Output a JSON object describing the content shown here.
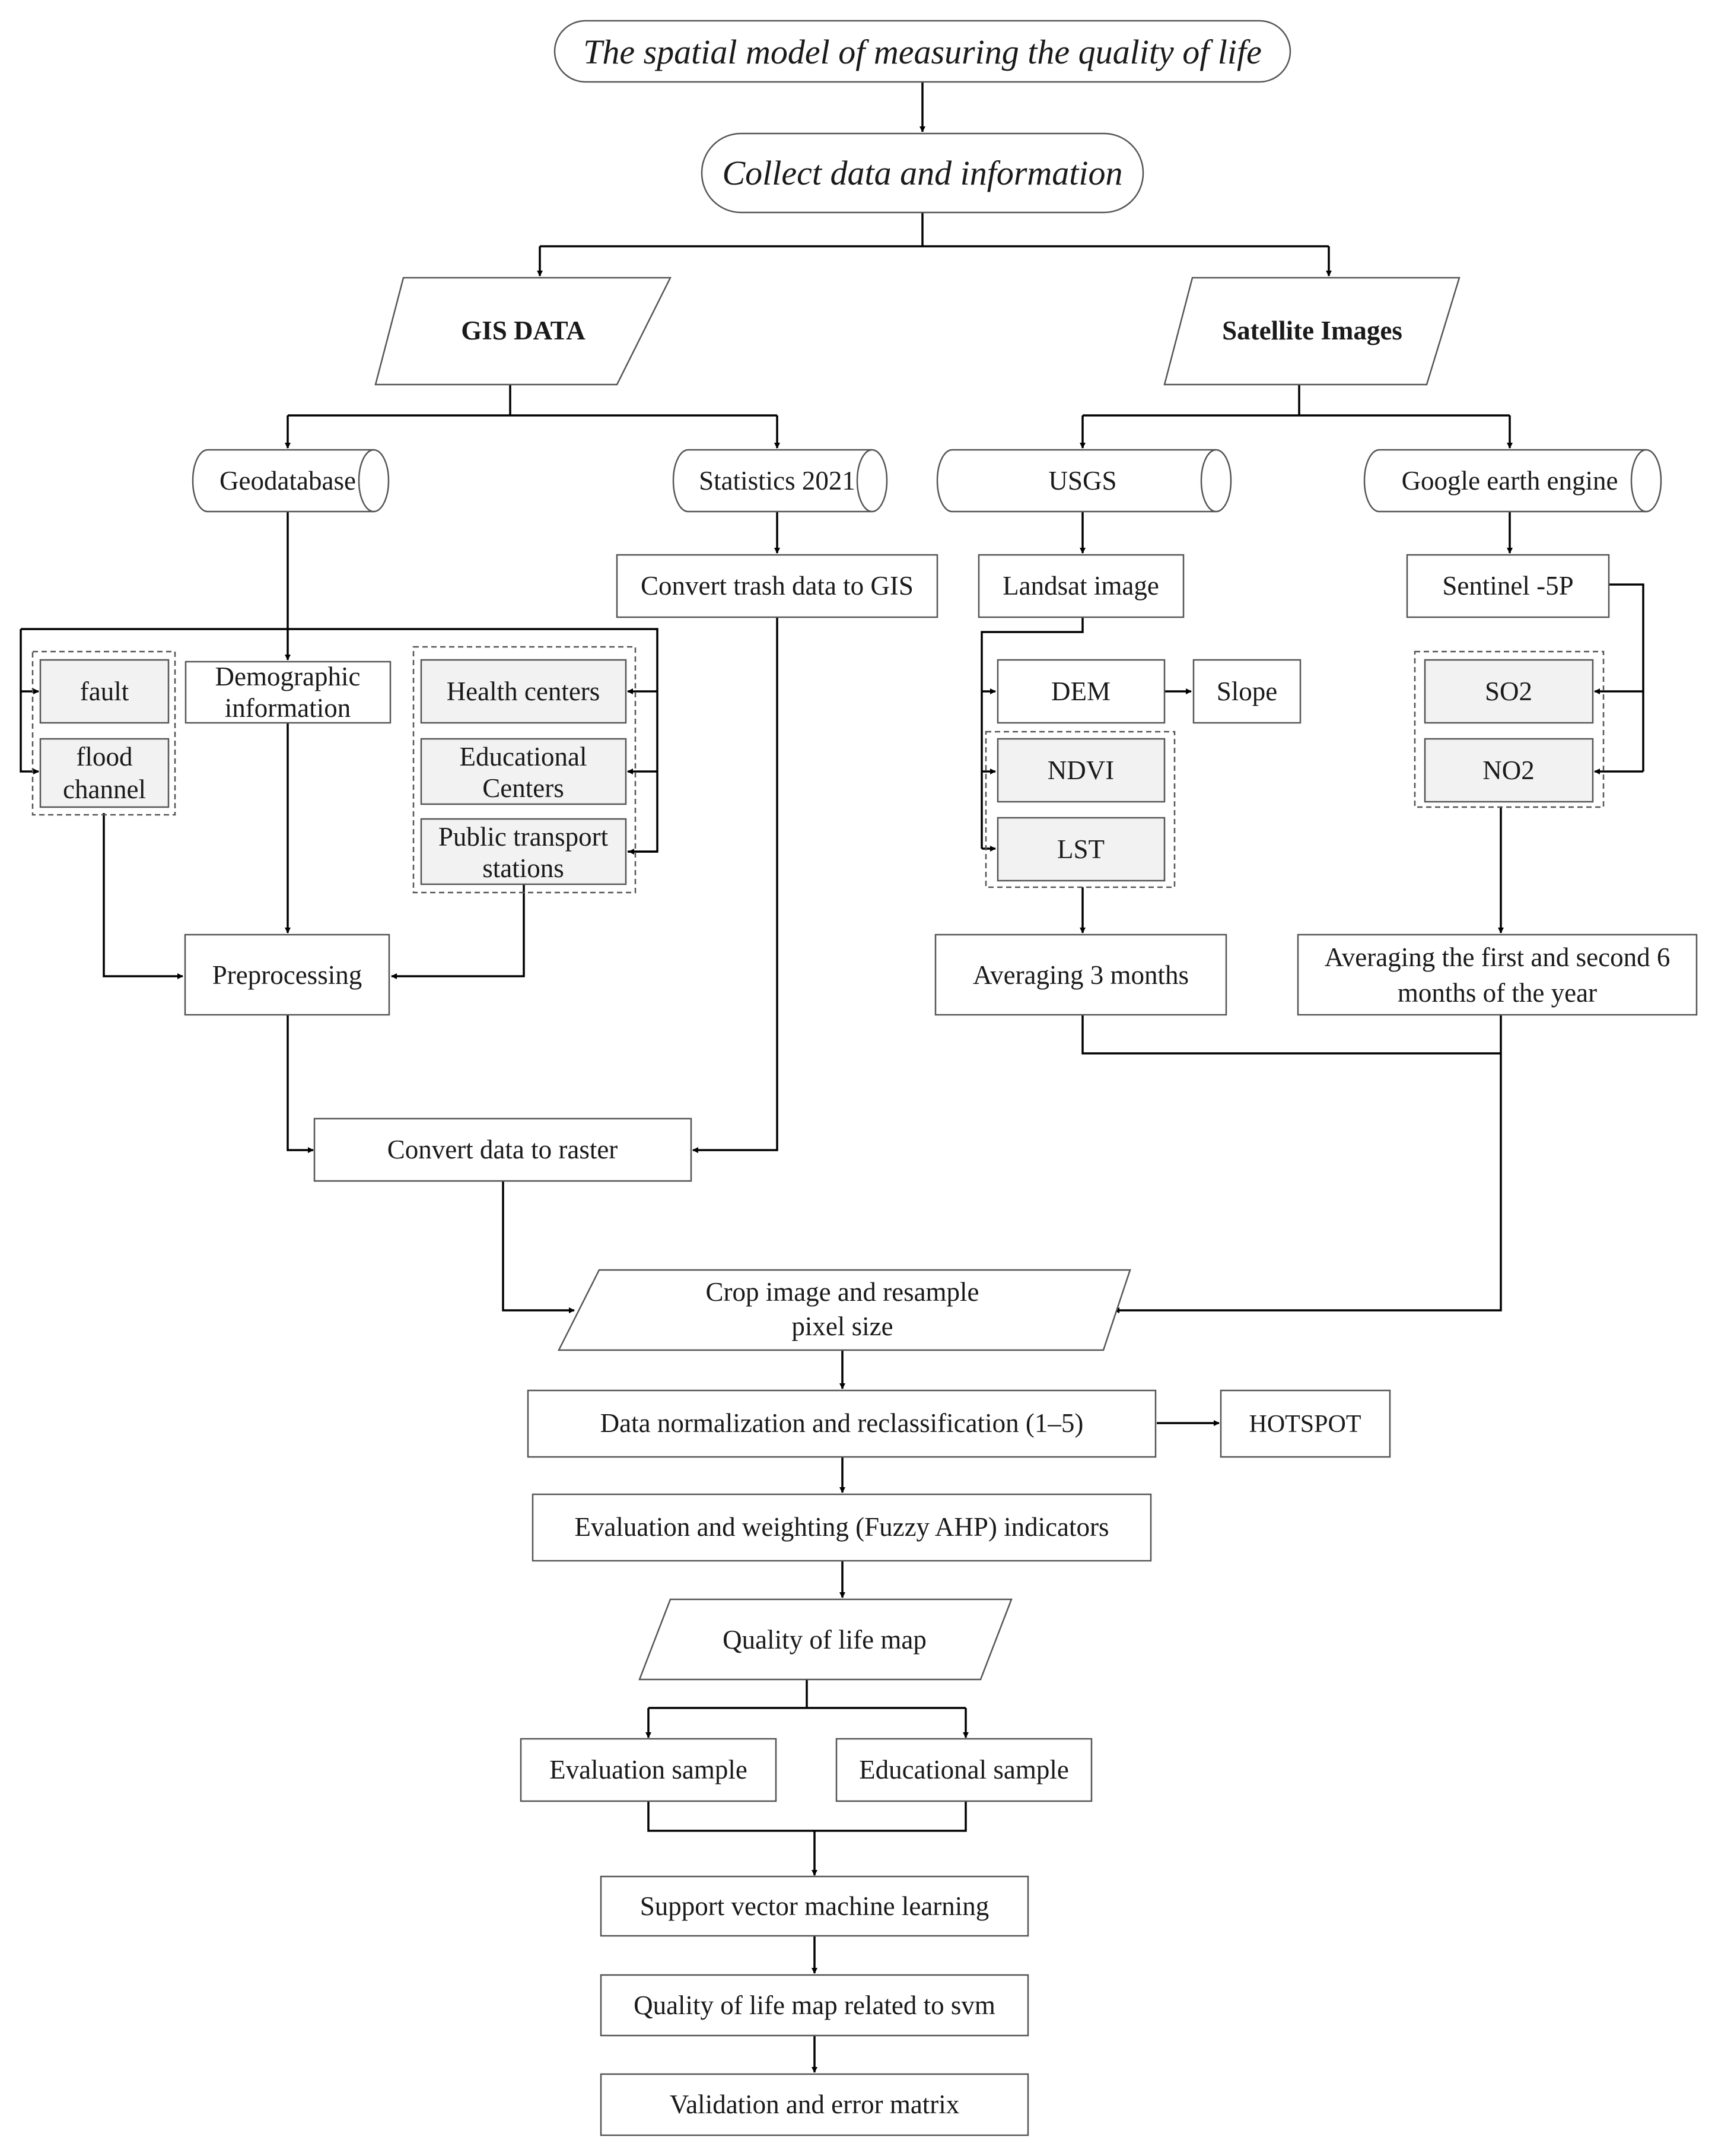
{
  "nodes": {
    "title": "The spatial model of measuring the quality of life",
    "collect": "Collect data and information",
    "gis_data": "GIS DATA",
    "satellite": "Satellite Images",
    "geodatabase": "Geodatabase",
    "statistics": "Statistics 2021",
    "usgs": "USGS",
    "gee": "Google earth engine",
    "convert_trash": "Convert trash data to GIS",
    "landsat": "Landsat image",
    "sentinel": "Sentinel -5P",
    "fault": "fault",
    "flood": [
      "flood",
      "channel"
    ],
    "demographic": [
      "Demographic",
      "information"
    ],
    "health": "Health centers",
    "educational": [
      "Educational",
      "Centers"
    ],
    "transport": [
      "Public transport",
      "stations"
    ],
    "dem": "DEM",
    "slope": "Slope",
    "ndvi": "NDVI",
    "lst": "LST",
    "so2": "SO2",
    "no2": "NO2",
    "preprocessing": "Preprocessing",
    "averaging3": "Averaging 3 months",
    "averaging6": [
      "Averaging the first and second 6",
      "months of the year"
    ],
    "convert_raster": "Convert data to raster",
    "crop": [
      "Crop image and resample",
      "pixel size"
    ],
    "normalization": "Data normalization and reclassification (1–5)",
    "hotspot": "HOTSPOT",
    "evaluation_weighting": "Evaluation and weighting (Fuzzy AHP)  indicators",
    "qol_map": "Quality of life map",
    "eval_sample": "Evaluation sample",
    "edu_sample": "Educational sample",
    "svm": "Support vector machine learning",
    "qol_svm": "Quality of life map related to svm",
    "validation": "Validation and error matrix"
  },
  "edges": [
    [
      "title",
      "collect"
    ],
    [
      "collect",
      "gis_data"
    ],
    [
      "collect",
      "satellite"
    ],
    [
      "gis_data",
      "geodatabase"
    ],
    [
      "gis_data",
      "statistics"
    ],
    [
      "satellite",
      "usgs"
    ],
    [
      "satellite",
      "gee"
    ],
    [
      "statistics",
      "convert_trash"
    ],
    [
      "usgs",
      "landsat"
    ],
    [
      "gee",
      "sentinel"
    ],
    [
      "geodatabase",
      "demographic"
    ],
    [
      "geodatabase",
      "fault"
    ],
    [
      "geodatabase",
      "flood"
    ],
    [
      "geodatabase",
      "health"
    ],
    [
      "geodatabase",
      "educational"
    ],
    [
      "geodatabase",
      "transport"
    ],
    [
      "landsat",
      "dem"
    ],
    [
      "landsat",
      "ndvi"
    ],
    [
      "landsat",
      "lst"
    ],
    [
      "dem",
      "slope"
    ],
    [
      "sentinel",
      "so2"
    ],
    [
      "sentinel",
      "no2"
    ],
    [
      "demographic",
      "preprocessing"
    ],
    [
      "flood",
      "preprocessing"
    ],
    [
      "transport",
      "preprocessing"
    ],
    [
      "lst",
      "averaging3"
    ],
    [
      "no2",
      "averaging6"
    ],
    [
      "preprocessing",
      "convert_raster"
    ],
    [
      "convert_trash",
      "convert_raster"
    ],
    [
      "convert_raster",
      "crop"
    ],
    [
      "averaging3",
      "crop"
    ],
    [
      "averaging6",
      "crop"
    ],
    [
      "crop",
      "normalization"
    ],
    [
      "normalization",
      "hotspot"
    ],
    [
      "normalization",
      "evaluation_weighting"
    ],
    [
      "evaluation_weighting",
      "qol_map"
    ],
    [
      "qol_map",
      "eval_sample"
    ],
    [
      "qol_map",
      "edu_sample"
    ],
    [
      "eval_sample",
      "svm"
    ],
    [
      "edu_sample",
      "svm"
    ],
    [
      "svm",
      "qol_svm"
    ],
    [
      "qol_svm",
      "validation"
    ]
  ]
}
